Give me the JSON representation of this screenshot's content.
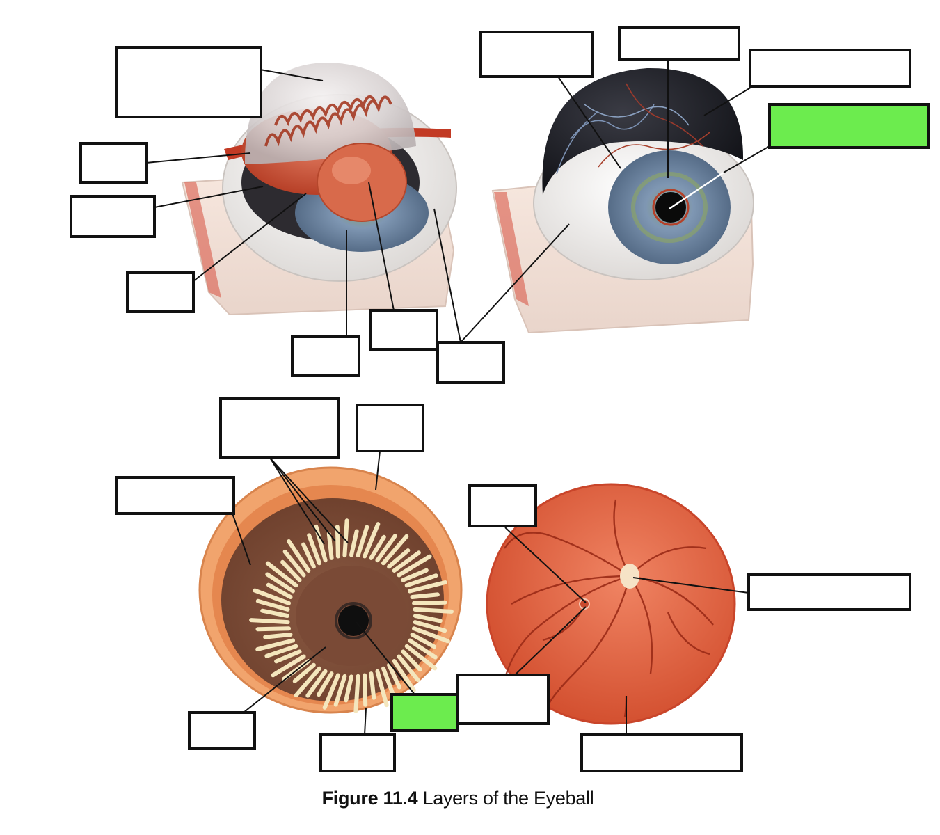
{
  "caption": {
    "figure_number": "Figure 11.4",
    "title": "Layers of the Eyeball"
  },
  "panels": [
    {
      "name": "sectioned-eyeball-model"
    },
    {
      "name": "external-eyeball-model"
    },
    {
      "name": "anterior-half-posterior-view"
    },
    {
      "name": "posterior-half-retina-view"
    }
  ],
  "label_boxes": [
    {
      "id": "a1",
      "text": "",
      "highlighted": false
    },
    {
      "id": "a2",
      "text": "",
      "highlighted": false
    },
    {
      "id": "a3",
      "text": "",
      "highlighted": false
    },
    {
      "id": "a4",
      "text": "",
      "highlighted": false
    },
    {
      "id": "a5",
      "text": "",
      "highlighted": false
    },
    {
      "id": "a6",
      "text": "",
      "highlighted": false
    },
    {
      "id": "a7",
      "text": "",
      "highlighted": false
    },
    {
      "id": "b1",
      "text": "",
      "highlighted": false
    },
    {
      "id": "b2",
      "text": "",
      "highlighted": false
    },
    {
      "id": "b3",
      "text": "",
      "highlighted": false
    },
    {
      "id": "b4",
      "text": "",
      "highlighted": true
    },
    {
      "id": "c1",
      "text": "",
      "highlighted": false
    },
    {
      "id": "c2",
      "text": "",
      "highlighted": false
    },
    {
      "id": "c3",
      "text": "",
      "highlighted": false
    },
    {
      "id": "c4",
      "text": "",
      "highlighted": false
    },
    {
      "id": "c5",
      "text": "",
      "highlighted": false
    },
    {
      "id": "c6",
      "text": "",
      "highlighted": true
    },
    {
      "id": "d1",
      "text": "",
      "highlighted": false
    },
    {
      "id": "d2",
      "text": "",
      "highlighted": false
    },
    {
      "id": "d3",
      "text": "",
      "highlighted": false
    },
    {
      "id": "d4",
      "text": "",
      "highlighted": false
    }
  ],
  "colors": {
    "highlight": "#6cec4e",
    "box_border": "#111111",
    "iris": "#6f86a6",
    "sclera": "#f2f0ee",
    "choroid_brown": "#7a4a36",
    "retina_orange": "#e2613e"
  }
}
